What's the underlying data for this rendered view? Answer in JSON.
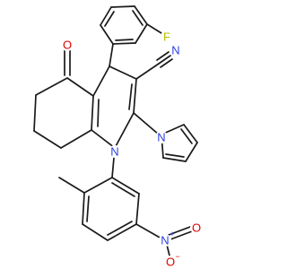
{
  "molecule": {
    "atoms": {
      "F": {
        "text": "F",
        "color": "#b8bf00"
      },
      "O_ketone": {
        "text": "O",
        "color": "#e00000"
      },
      "N_nitrile": {
        "text": "N",
        "color": "#2b3fe0"
      },
      "N_ring": {
        "text": "N",
        "color": "#2b3fe0"
      },
      "N_pyrrole": {
        "text": "N",
        "color": "#2b3fe0"
      },
      "N_nitro": {
        "text": "N",
        "color": "#2b3fe0",
        "charge": "+"
      },
      "O_nitro_1": {
        "text": "O",
        "color": "#e00000",
        "charge": "−"
      },
      "O_nitro_2": {
        "text": "O",
        "color": "#e00000"
      }
    },
    "colors": {
      "bond": "#1a1a1a",
      "nitrogen": "#2b3fe0",
      "oxygen": "#e00000",
      "fluorine": "#b8bf00",
      "background": "#ffffff"
    }
  }
}
